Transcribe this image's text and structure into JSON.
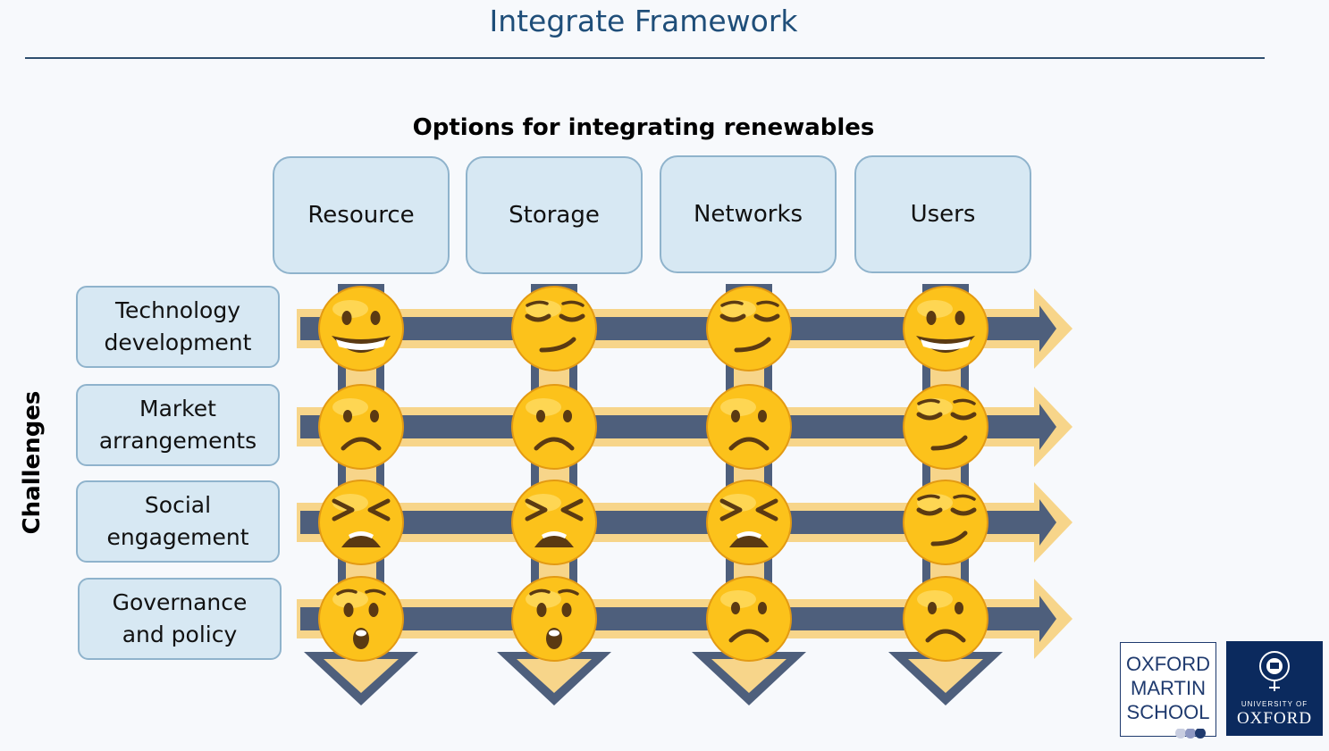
{
  "title": "Integrate Framework",
  "options_title": "Options for integrating renewables",
  "challenges_label": "Challenges",
  "options": [
    "Resource",
    "Storage",
    "Networks",
    "Users"
  ],
  "challenges": [
    [
      "Technology",
      "development"
    ],
    [
      "Market",
      "arrangements"
    ],
    [
      "Social",
      "engagement"
    ],
    [
      "Governance",
      "and policy"
    ]
  ],
  "ratings": [
    [
      "grinning",
      "smirk",
      "smirk",
      "grinning"
    ],
    [
      "frowning",
      "frowning",
      "frowning",
      "smirk"
    ],
    [
      "tired",
      "tired",
      "tired",
      "smirk"
    ],
    [
      "astonished",
      "astonished",
      "frowning",
      "frowning"
    ]
  ],
  "logos": {
    "oxford_martin_school": [
      "OXFORD",
      "MARTIN",
      "SCHOOL"
    ],
    "university_small": "UNIVERSITY OF",
    "university_big": "OXFORD"
  },
  "colors": {
    "title": "#1f4e79",
    "box_fill": "#d7e8f3",
    "box_border": "#8fb3cc",
    "arrow_outer": "#f7d58a",
    "arrow_inner": "#4e5f7c",
    "emoji_face": "#fcc21b",
    "oxford_blue": "#0b2a5e"
  }
}
